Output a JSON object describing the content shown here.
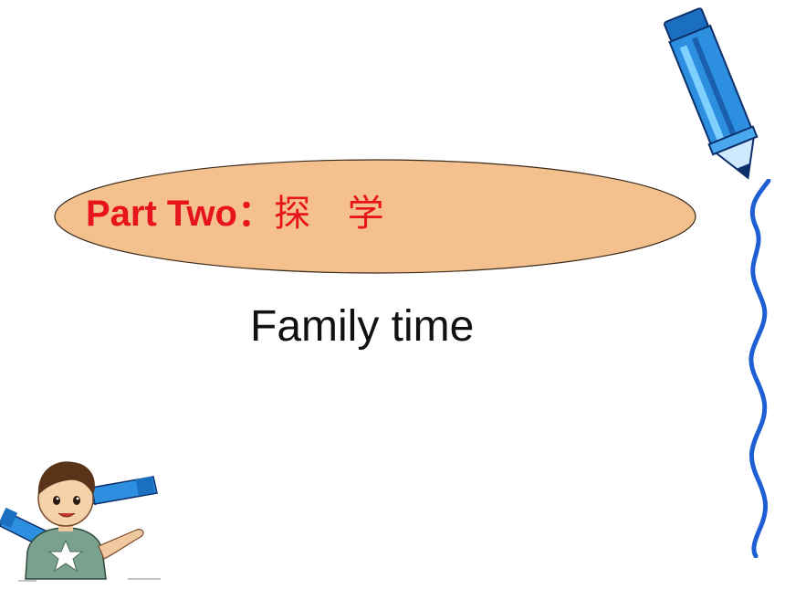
{
  "slide": {
    "section_title": "Part Two",
    "section_title_separator": "：",
    "section_title_chinese": "探 学",
    "subtitle": "Family time"
  },
  "colors": {
    "oval_fill": "#f4c08e",
    "title_red": "#e8141b",
    "pen_blue": "#2d8fe0",
    "squiggle_blue": "#1f5fd4"
  },
  "decorations": {
    "top_right": "pen-illustration",
    "right_edge": "wavy-line",
    "bottom_left": "boy-with-pens-illustration"
  }
}
